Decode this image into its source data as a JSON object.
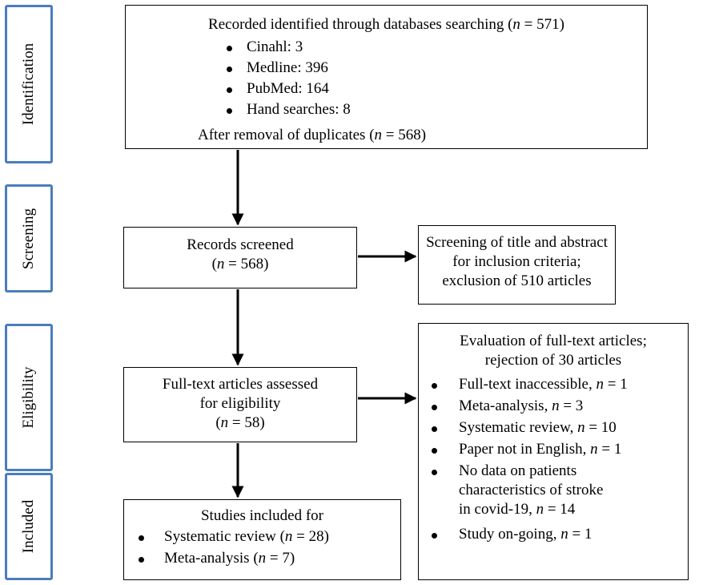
{
  "phases": [
    "Identification",
    "Screening",
    "Eligibility",
    "Included"
  ],
  "identification": {
    "title_prefix": "Recorded identified through databases searching (",
    "title_n": "n",
    "title_suffix": " = 571)",
    "sources": [
      "Cinahl: 3",
      "Medline: 396",
      "PubMed: 164",
      "Hand searches: 8"
    ],
    "dedup_prefix": "After removal of duplicates (",
    "dedup_n": "n",
    "dedup_suffix": " = 568)"
  },
  "screening": {
    "title": "Records screened",
    "count_prefix": "(",
    "count_n": "n",
    "count_suffix": " = 568)",
    "exclusion_text": "Screening of title and abstract for inclusion criteria; exclusion of 510 articles"
  },
  "eligibility": {
    "title_line1": "Full-text articles assessed",
    "title_line2": "for eligibility",
    "count_prefix": "(",
    "count_n": "n",
    "count_suffix": " = 58)",
    "rejection_title": "Evaluation of full-text articles; rejection of 30 articles",
    "reasons": [
      {
        "label": "Full-text inaccessible, ",
        "n": "n",
        "value": " = 1"
      },
      {
        "label": "Meta-analysis, ",
        "n": "n",
        "value": " = 3"
      },
      {
        "label": "Systematic review, ",
        "n": "n",
        "value": " = 10"
      },
      {
        "label": "Paper not in English, ",
        "n": "n",
        "value": " = 1"
      },
      {
        "label": "No data on patients characteristics of stroke in covid-19, ",
        "n": "n",
        "value": " = 14"
      },
      {
        "label": "Study on-going, ",
        "n": "n",
        "value": " = 1"
      }
    ]
  },
  "included": {
    "title": "Studies included for",
    "items": [
      {
        "label": "Systematic review (",
        "n": "n",
        "value": " = 28)"
      },
      {
        "label": "Meta-analysis (",
        "n": "n",
        "value": " = 7)"
      }
    ]
  }
}
